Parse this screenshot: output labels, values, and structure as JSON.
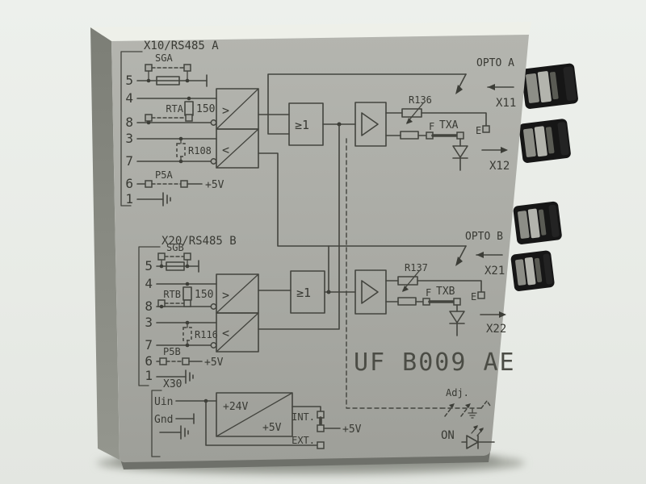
{
  "photo": {
    "background_color": "#e9ece7",
    "shadow_color": "#8e918a",
    "module": {
      "panel_color": "#a9aaa4",
      "top_edge_color": "#eef0e9",
      "side_color": "#84867e",
      "ink_color": "#43443e",
      "connector_color": "#1a1a1a",
      "connector_count": 4
    }
  },
  "schematic": {
    "model": "UF B009 AE",
    "channel_a": {
      "header": "X10/RS485 A",
      "pins": [
        "5",
        "4",
        "8",
        "3",
        "7",
        "6",
        "1"
      ],
      "sg_jumper": "SGA",
      "rt_jumper": "RTA",
      "rt_value": "150",
      "pullup_resistor": "R108",
      "p5_jumper": "P5A",
      "p5_rail": "+5V",
      "driver_glyph": ">",
      "receiver_glyph": "<",
      "gate_label": "≥1",
      "opto_header": "OPTO A",
      "rx_port": "X11",
      "tx_port": "X12",
      "pot": "R136",
      "jumper_f": "F",
      "tx_label": "TXA",
      "jumper_e": "E"
    },
    "channel_b": {
      "header": "X20/RS485 B",
      "pins": [
        "5",
        "4",
        "8",
        "3",
        "7",
        "6",
        "1"
      ],
      "sg_jumper": "SGB",
      "rt_jumper": "RTB",
      "rt_value": "150",
      "pullup_resistor": "R116",
      "p5_jumper": "P5B",
      "p5_rail": "+5V",
      "driver_glyph": ">",
      "receiver_glyph": "<",
      "gate_label": "≥1",
      "opto_header": "OPTO B",
      "rx_port": "X21",
      "tx_port": "X22",
      "pot": "R137",
      "jumper_f": "F",
      "tx_label": "TXB",
      "jumper_e": "E"
    },
    "power": {
      "header": "X30",
      "input_label": "Uin",
      "ground_label": "Gnd",
      "converter_input": "+24V",
      "converter_output": "+5V",
      "internal_label": "INT.",
      "external_label": "EXT.",
      "rail_label": "+5V"
    },
    "adjust_label": "Adj.",
    "power_led_label": "ON"
  }
}
